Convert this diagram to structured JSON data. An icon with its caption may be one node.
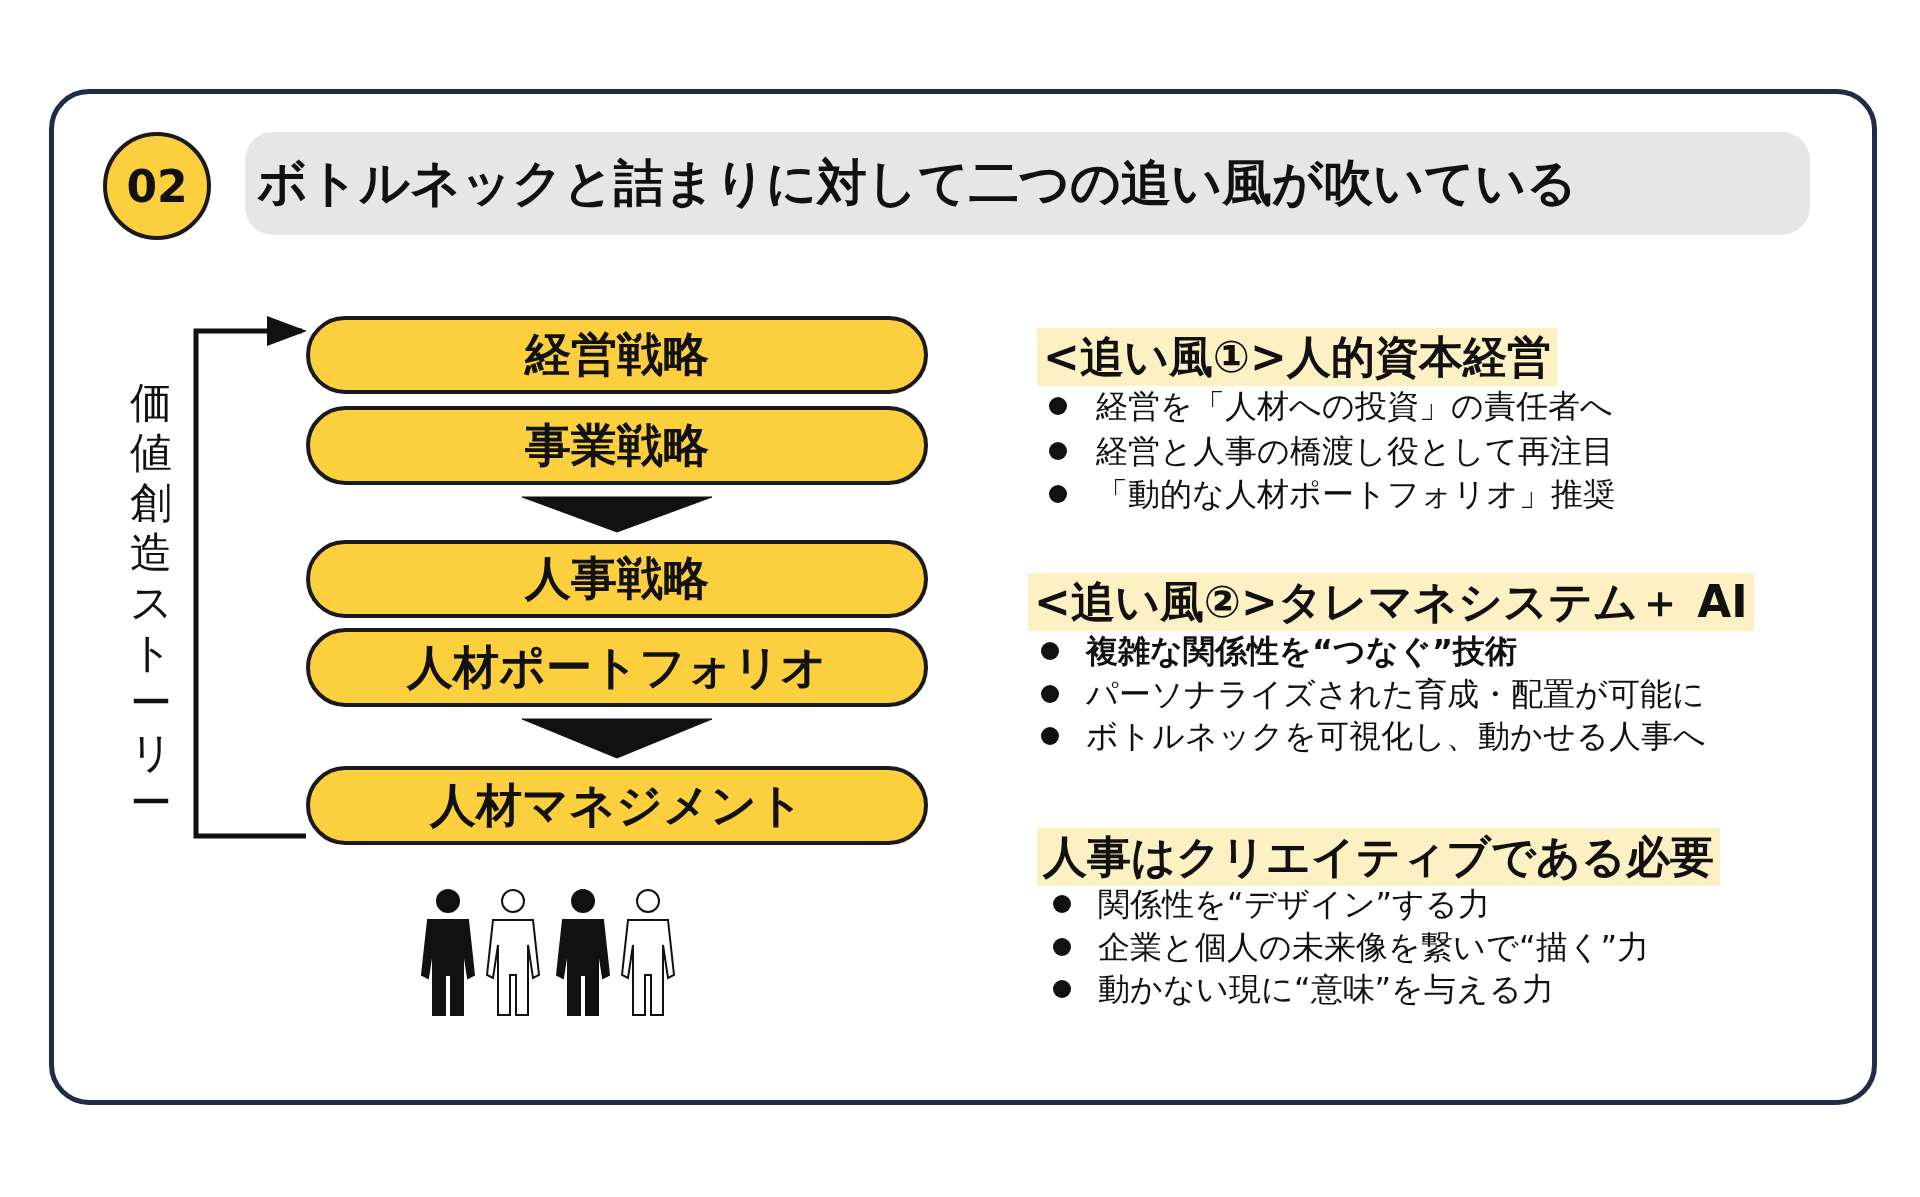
{
  "diagram": {
    "title": "ボトルネックと詰まりに対して二つの追い風が吹いている",
    "nodes": [
      {
        "text": [
          "経営戦略"
        ]
      },
      {
        "text": [
          "事業戦略"
        ]
      },
      {
        "text": [
          "人事戦略"
        ]
      },
      {
        "text": [
          "人材ポートフォリオ"
        ]
      },
      {
        "text": [
          "人材マネジメント"
        ]
      }
    ],
    "edges": [
      {
        "from": 1,
        "to": 2,
        "arrow": "to"
      },
      {
        "from": 3,
        "to": 4,
        "arrow": "to"
      },
      {
        "from": 4,
        "to": 0,
        "arrow": "to"
      }
    ],
    "labels": [
      "02",
      "価値創造ストーリー",
      "<追い風①>人的資本経営",
      "経営を「人材への投資」の責任者へ",
      "経営と人事の橋渡し役として再注目",
      "「動的な人材ポートフォリオ」推奨",
      "<追い風②>タレマネシステム＋ AI",
      "複雑な関係性を“つなぐ”技術",
      "パーソナライズされた育成・配置が可能に",
      "ボトルネックを可視化し、動かせる人事へ",
      "人事はクリエイティブである必要",
      "関係性を“デザイン”する力",
      "企業と個人の未来像を繋いで“描く”力",
      "動かない現に“意味”を与える力"
    ]
  }
}
